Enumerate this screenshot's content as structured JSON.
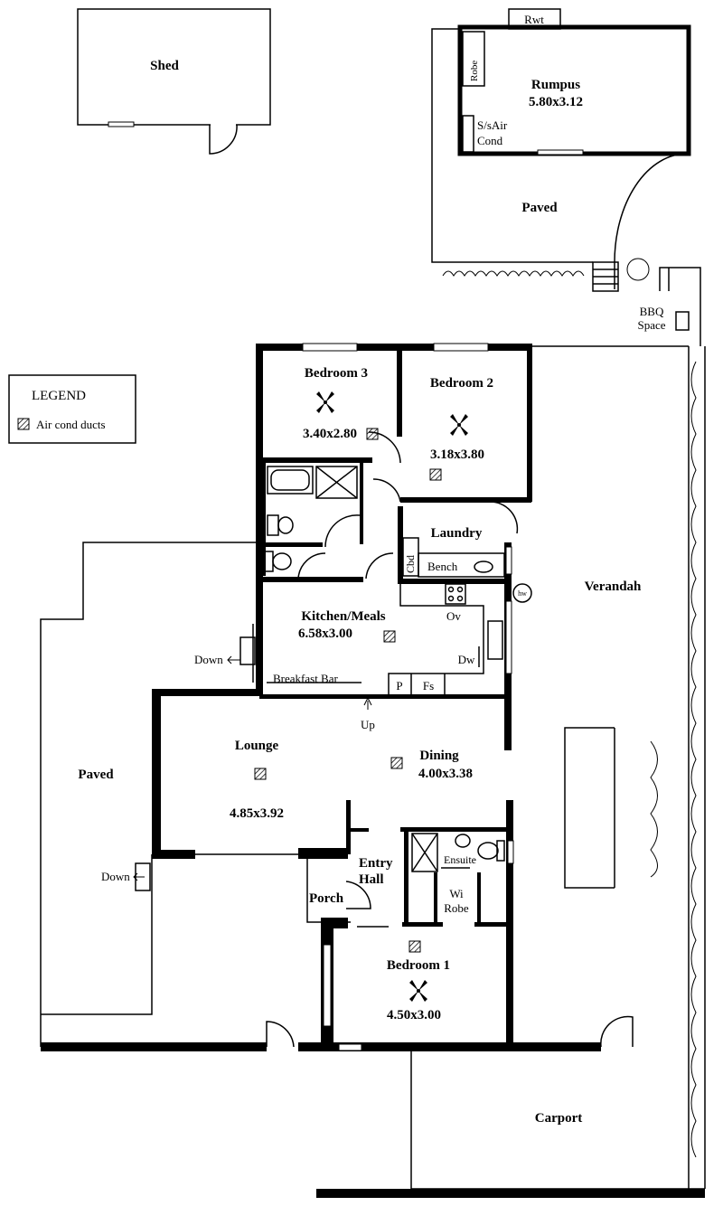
{
  "legend": {
    "title": "LEGEND",
    "items": [
      {
        "icon": "air-cond-duct-icon",
        "label": "Air cond ducts"
      }
    ]
  },
  "rooms": {
    "shed": {
      "name": "Shed"
    },
    "rwt": {
      "name": "Rwt"
    },
    "rumpus": {
      "name": "Rumpus",
      "size": "5.80x3.12"
    },
    "robe": {
      "name": "Robe"
    },
    "ss_air": {
      "line1": "S/sAir",
      "line2": "Cond"
    },
    "paved_top": {
      "name": "Paved"
    },
    "bbq": {
      "line1": "BBQ",
      "line2": "Space"
    },
    "bedroom3": {
      "name": "Bedroom 3",
      "size": "3.40x2.80"
    },
    "bedroom2": {
      "name": "Bedroom 2",
      "size": "3.18x3.80"
    },
    "laundry": {
      "name": "Laundry"
    },
    "cbd": {
      "name": "Cbd"
    },
    "bench": {
      "name": "Bench"
    },
    "hw": {
      "name": "hw"
    },
    "verandah": {
      "name": "Verandah"
    },
    "kitchen": {
      "name": "Kitchen/Meals",
      "size": "6.58x3.00"
    },
    "ov": {
      "name": "Ov"
    },
    "dw": {
      "name": "Dw"
    },
    "p": {
      "name": "P"
    },
    "fs": {
      "name": "Fs"
    },
    "breakfast_bar": {
      "name": "Breakfast Bar"
    },
    "up": {
      "name": "Up"
    },
    "down1": {
      "name": "Down"
    },
    "down2": {
      "name": "Down"
    },
    "lounge": {
      "name": "Lounge",
      "size": "4.85x3.92"
    },
    "dining": {
      "name": "Dining",
      "size": "4.00x3.38"
    },
    "paved_left": {
      "name": "Paved"
    },
    "entry": {
      "line1": "Entry",
      "line2": "Hall"
    },
    "porch": {
      "name": "Porch"
    },
    "ensuite": {
      "name": "Ensuite"
    },
    "wirobe": {
      "line1": "Wi",
      "line2": "Robe"
    },
    "bedroom1": {
      "name": "Bedroom 1",
      "size": "4.50x3.00"
    },
    "carport": {
      "name": "Carport"
    }
  }
}
